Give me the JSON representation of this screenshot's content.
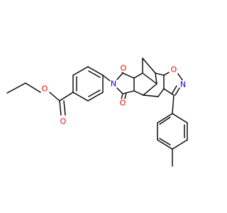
{
  "colors": {
    "background": "#ffffff",
    "bond": "#000000",
    "oxygen": "#ff0000",
    "nitrogen": "#0000ff"
  },
  "atom_labels": {
    "ester_o_single": "O",
    "ester_o_double": "O",
    "imide_o_top": "O",
    "imide_o_bottom": "O",
    "imide_n": "N",
    "isoxazoline_o": "O",
    "isoxazoline_n": "N"
  }
}
